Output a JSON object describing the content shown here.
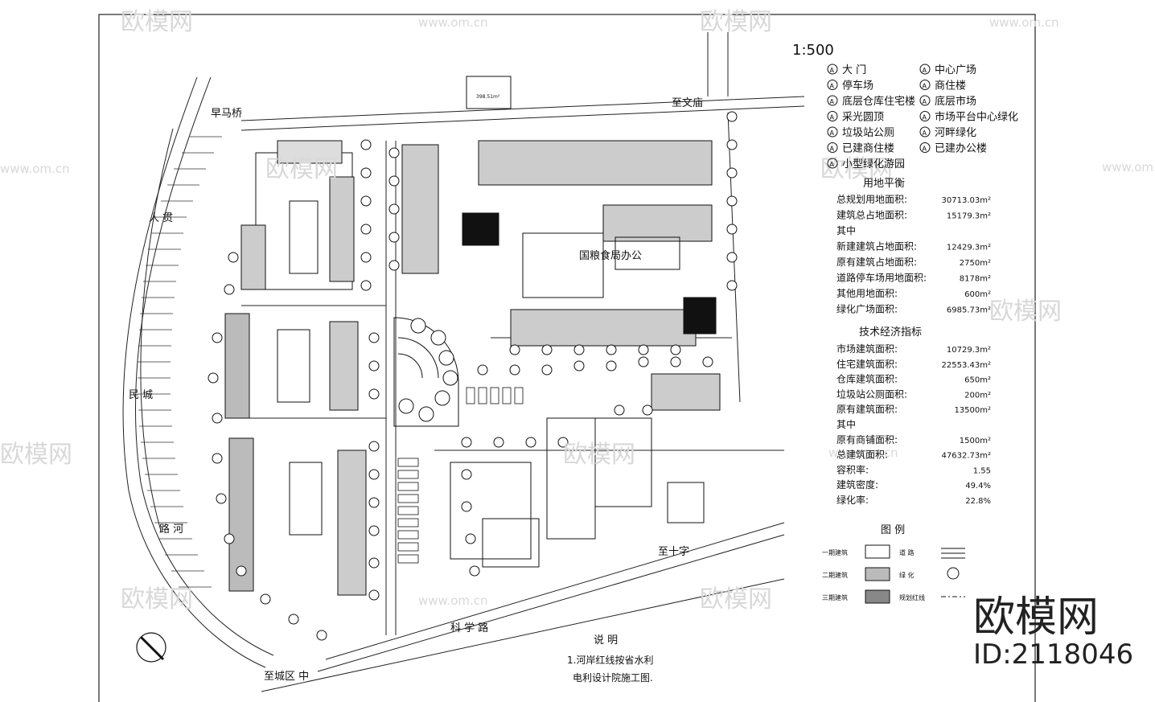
{
  "scale": "1:500",
  "legend_items": [
    {
      "mark": "A",
      "text": "大 门"
    },
    {
      "mark": "A",
      "text": "停车场"
    },
    {
      "mark": "A",
      "text": "底层仓库住宅楼"
    },
    {
      "mark": "A",
      "text": "采光圆顶"
    },
    {
      "mark": "A",
      "text": "垃圾站公厕"
    },
    {
      "mark": "A",
      "text": "已建商住楼"
    },
    {
      "mark": "A",
      "text": "小型绿化游园"
    },
    {
      "mark": "A",
      "text": "中心广场"
    },
    {
      "mark": "A",
      "text": "商住楼"
    },
    {
      "mark": "A",
      "text": "底层市场"
    },
    {
      "mark": "A",
      "text": "市场平台中心绿化"
    },
    {
      "mark": "A",
      "text": "河畔绿化"
    },
    {
      "mark": "A",
      "text": "已建办公楼"
    }
  ],
  "land_use": {
    "title": "用地平衡",
    "rows": [
      {
        "label": "总规划用地面积:",
        "value": "30713.03m²"
      },
      {
        "label": "建筑总占地面积:",
        "value": "15179.3m²"
      },
      {
        "label": "其中",
        "value": ""
      },
      {
        "label": "新建建筑占地面积:",
        "value": "12429.3m²"
      },
      {
        "label": "原有建筑占地面积:",
        "value": "2750m²"
      },
      {
        "label": "道路停车场用地面积:",
        "value": "8178m²"
      },
      {
        "label": "其他用地面积:",
        "value": "600m²"
      },
      {
        "label": "绿化广场面积:",
        "value": "6985.73m²"
      }
    ]
  },
  "tech": {
    "title": "技术经济指标",
    "rows": [
      {
        "label": "市场建筑面积:",
        "value": "10729.3m²"
      },
      {
        "label": "住宅建筑面积:",
        "value": "22553.43m²"
      },
      {
        "label": "仓库建筑面积:",
        "value": "650m²"
      },
      {
        "label": "垃圾站公厕面积:",
        "value": "200m²"
      },
      {
        "label": "原有建筑面积:",
        "value": "13500m²"
      },
      {
        "label": "其中",
        "value": ""
      },
      {
        "label": "原有商铺面积:",
        "value": "1500m²"
      },
      {
        "label": "总建筑面积:",
        "value": "47632.73m²"
      },
      {
        "label": "容积率:",
        "value": "1.55"
      },
      {
        "label": "建筑密度:",
        "value": "49.4%"
      },
      {
        "label": "绿化率:",
        "value": "22.8%"
      }
    ]
  },
  "key": {
    "title": "图 例",
    "rows": [
      {
        "phase": "一期建筑",
        "sym": "道 路"
      },
      {
        "phase": "二期建筑",
        "sym": "绿 化"
      },
      {
        "phase": "三期建筑",
        "sym": "规划红线"
      }
    ]
  },
  "notes": {
    "title": "说 明",
    "line1": "1.河岸红线按省水利",
    "line2": "电利设计院施工图."
  },
  "road_labels": {
    "north": "至文庙",
    "east": "至十字",
    "south1": "科 学 路",
    "south2": "至城区 中",
    "west1": "民 城",
    "west2": "路 河",
    "west3": "人 贯",
    "nw": "早马桥",
    "office": "国粮食局办公"
  },
  "building_area_label": "398.51m²",
  "watermark": {
    "text": "欧模网",
    "url": "www.om.cn"
  },
  "brand": {
    "name": "欧模网",
    "id": "ID:2118046"
  }
}
